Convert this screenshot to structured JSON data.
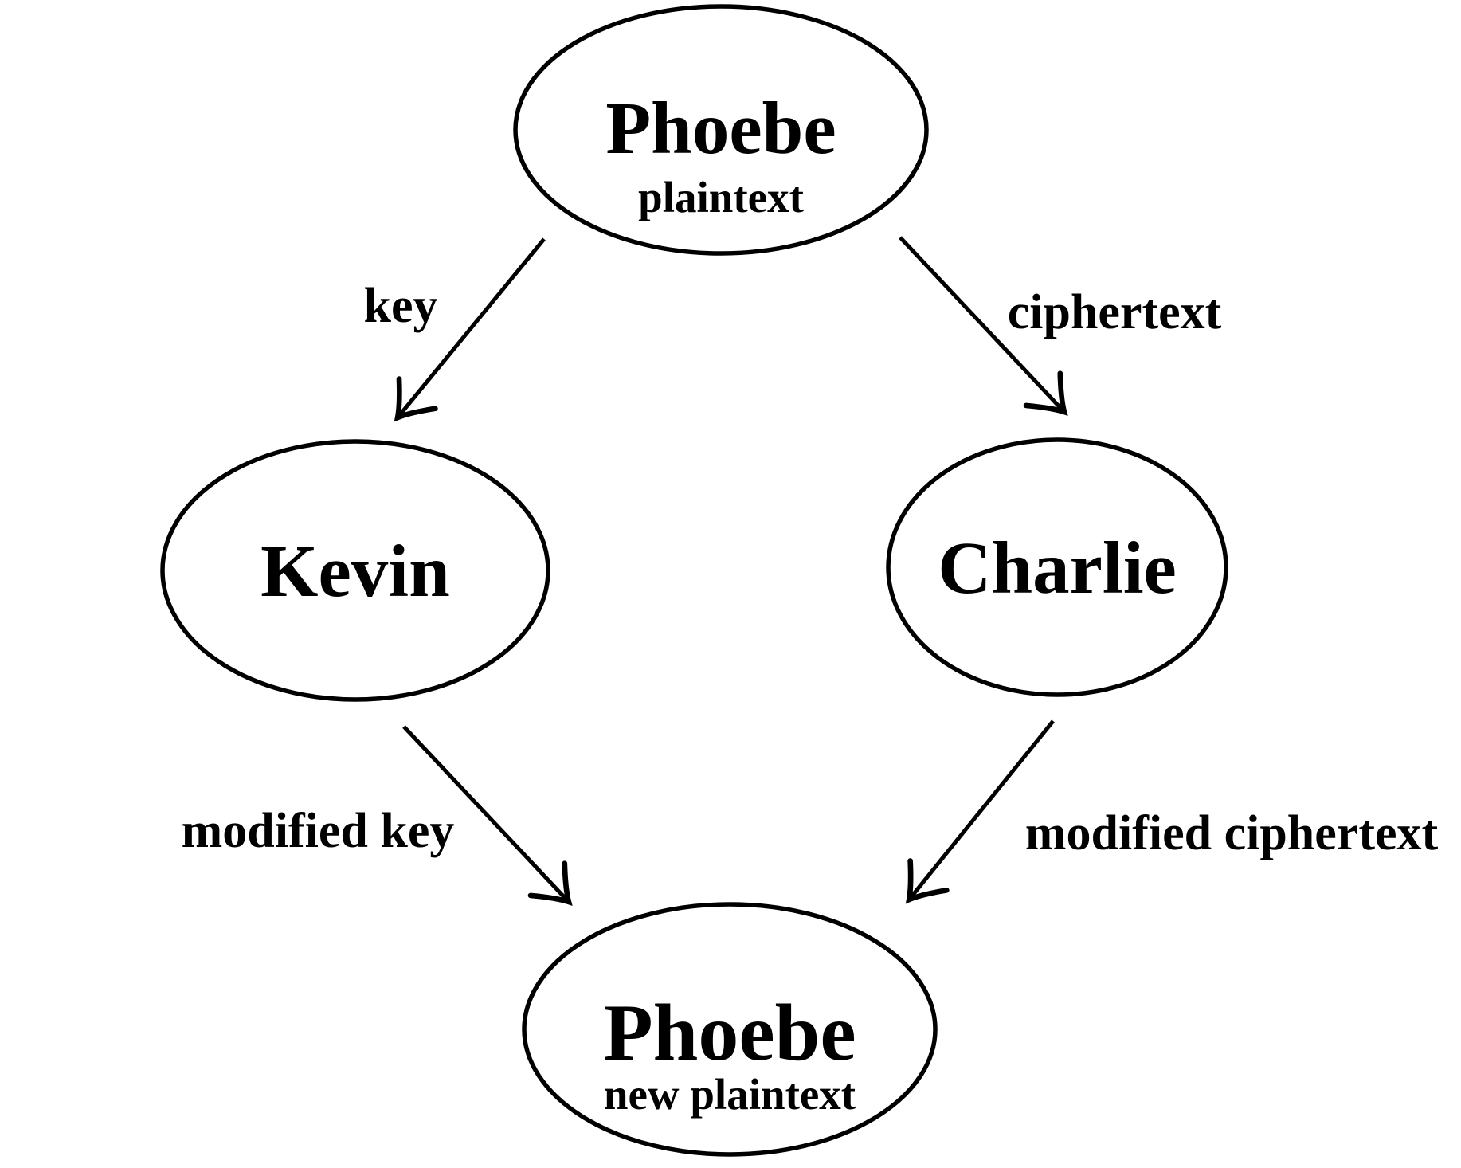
{
  "diagram": {
    "background_color": "#ffffff",
    "stroke_color": "#000000",
    "nodes": {
      "phoebe_top": {
        "title": "Phoebe",
        "subtitle": "plaintext"
      },
      "kevin": {
        "title": "Kevin"
      },
      "charlie": {
        "title": "Charlie"
      },
      "phoebe_bottom": {
        "title": "Phoebe",
        "subtitle": "new plaintext"
      }
    },
    "edges": {
      "key": {
        "label": "key",
        "from": "phoebe_top",
        "to": "kevin"
      },
      "ciphertext": {
        "label": "ciphertext",
        "from": "phoebe_top",
        "to": "charlie"
      },
      "modified_key": {
        "label": "modified key",
        "from": "kevin",
        "to": "phoebe_bottom"
      },
      "modified_ciphertext": {
        "label": "modified ciphertext",
        "from": "charlie",
        "to": "phoebe_bottom"
      }
    }
  }
}
